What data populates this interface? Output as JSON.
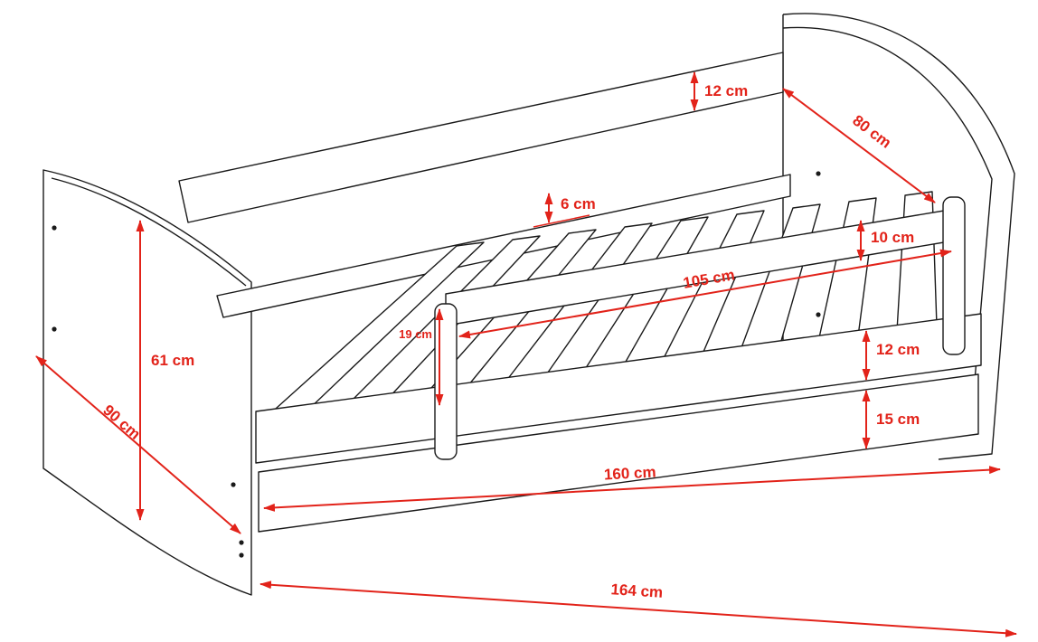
{
  "diagram": {
    "subject": "children bed with drawer and guard rail - dimension drawing",
    "colors": {
      "outline": "#1a1a1a",
      "dimension_red": "#e2231a",
      "background": "#ffffff"
    },
    "dimensions": {
      "back_rail_height": "12 cm",
      "headboard_width": "80 cm",
      "slat_thickness": "6 cm",
      "guard_rail_height": "10 cm",
      "guard_rail_length": "105 cm",
      "guard_post_height": "19 cm",
      "side_rail_height": "12 cm",
      "drawer_front_height": "15 cm",
      "footboard_height": "61 cm",
      "bed_width": "90 cm",
      "length_inner": "160 cm",
      "length_outer": "164 cm"
    }
  }
}
